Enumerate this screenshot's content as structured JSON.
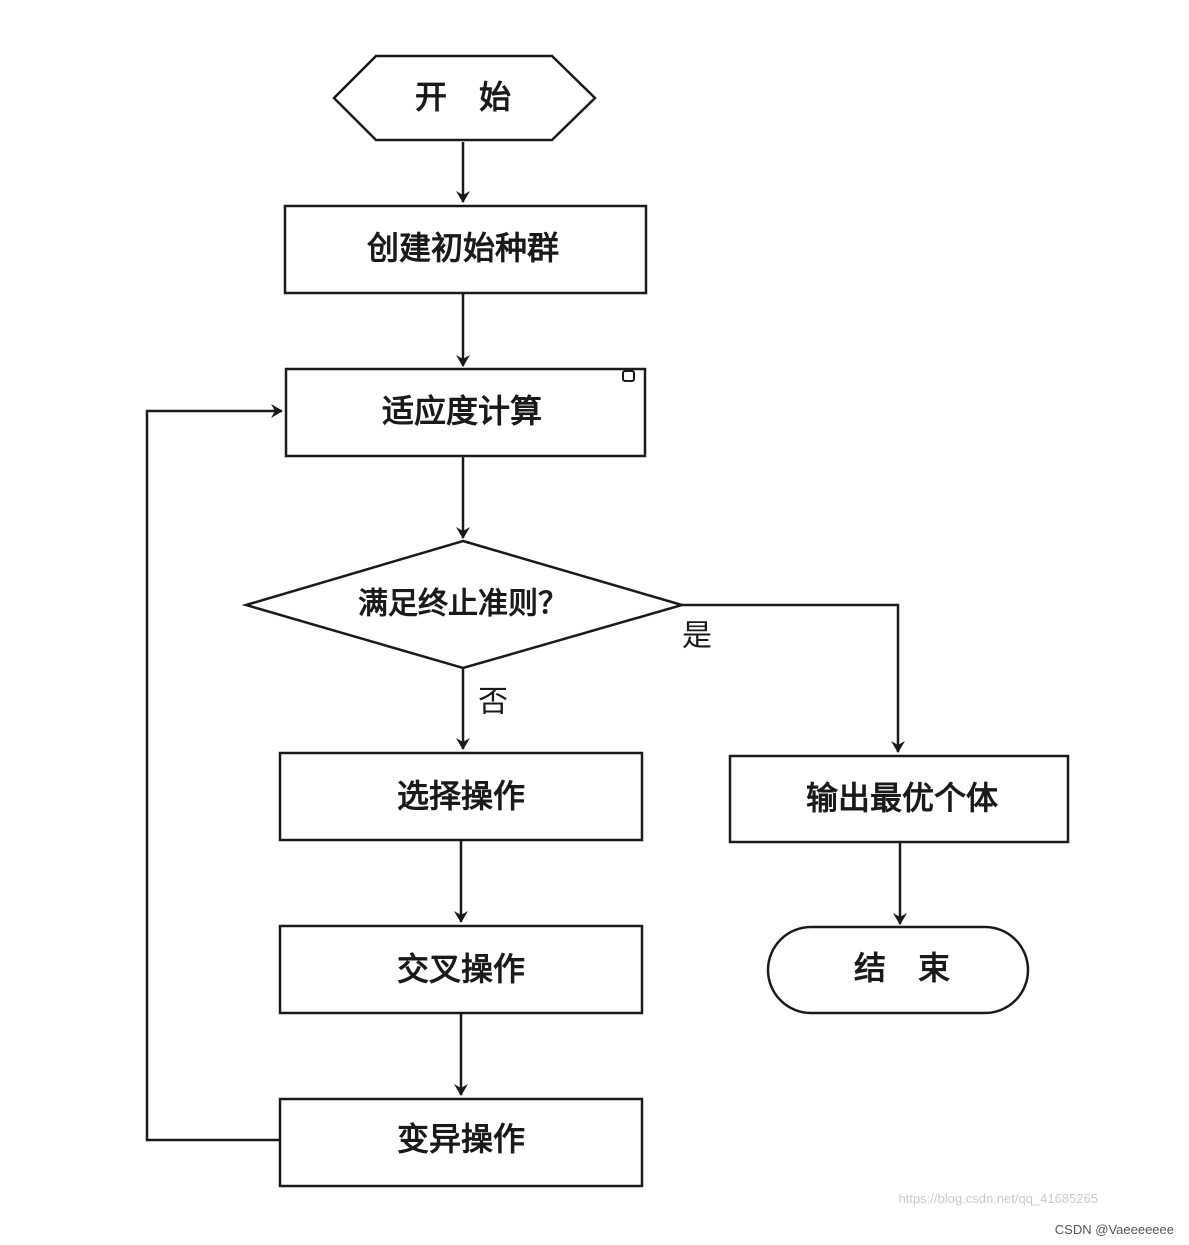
{
  "diagram": {
    "nodes": {
      "start": "开　始",
      "init_population": "创建初始种群",
      "fitness": "适应度计算",
      "terminate_check": "满足终止准则？",
      "selection": "选择操作",
      "crossover": "交叉操作",
      "mutation": "变异操作",
      "output_best": "输出最优个体",
      "end": "结　束"
    },
    "edge_labels": {
      "yes": "是",
      "no": "否"
    }
  },
  "watermark": {
    "url": "https://blog.csdn.net/qq_41685265",
    "credit": "CSDN @Vaeeeeeee"
  },
  "colors": {
    "stroke": "#1a1a1a",
    "background": "#ffffff"
  }
}
